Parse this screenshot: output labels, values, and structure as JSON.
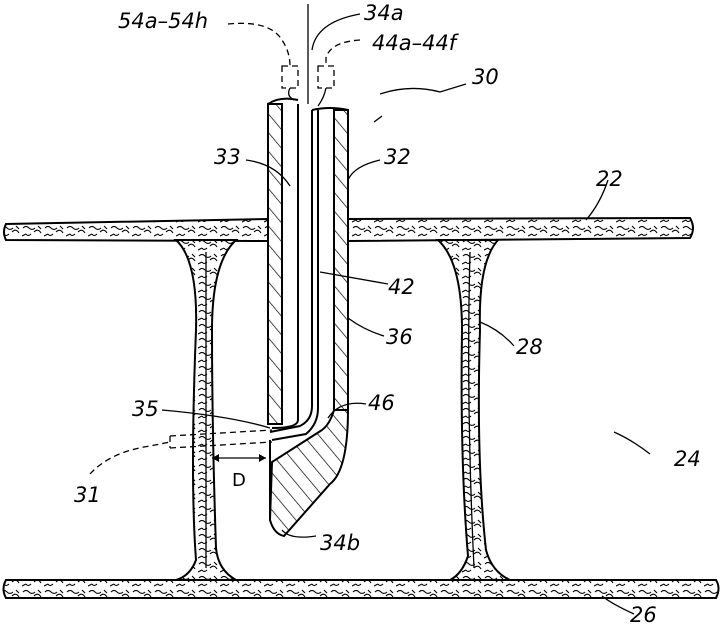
{
  "labels": {
    "l_54": "54a–54h",
    "l_34a": "34a",
    "l_44": "44a–44f",
    "l_30": "30",
    "l_33": "33",
    "l_32": "32",
    "l_22": "22",
    "l_42": "42",
    "l_36": "36",
    "l_28": "28",
    "l_35": "35",
    "l_46": "46",
    "l_24": "24",
    "l_31": "31",
    "l_D": "D",
    "l_34b": "34b",
    "l_26": "26"
  }
}
